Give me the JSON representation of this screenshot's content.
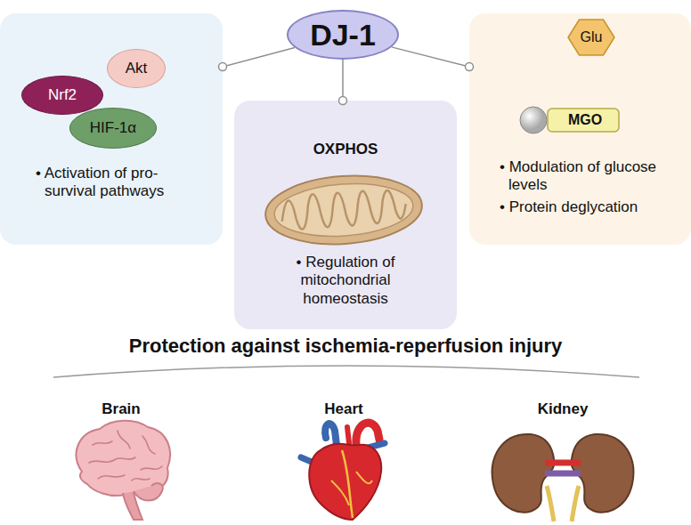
{
  "diagram": {
    "nodes": [
      {
        "text": [
          "DJ-1"
        ]
      },
      {
        "text": [
          "• Activation of pro-survival pathways"
        ]
      },
      {
        "text": [
          "Nrf2"
        ],
        "in": 1
      },
      {
        "text": [
          "Akt"
        ],
        "in": 1
      },
      {
        "text": [
          "HIF-1α"
        ],
        "in": 1
      },
      {
        "text": [
          "OXPHOS",
          "• Regulation of mitochondrial homeostasis"
        ]
      },
      {
        "text": [
          "• Modulation of glucose levels",
          "• Protein deglycation"
        ]
      },
      {
        "text": [
          "Glu"
        ],
        "in": 6
      },
      {
        "text": [
          "MGO"
        ],
        "in": 6
      }
    ],
    "edges": [
      {
        "from": 0,
        "to": 1,
        "arrow": "none"
      },
      {
        "from": 0,
        "to": 5,
        "arrow": "none"
      },
      {
        "from": 0,
        "to": 6,
        "arrow": "none"
      }
    ],
    "labels": [
      "Protection against ischemia-reperfusion injury",
      "Brain",
      "Heart",
      "Kidney"
    ]
  }
}
